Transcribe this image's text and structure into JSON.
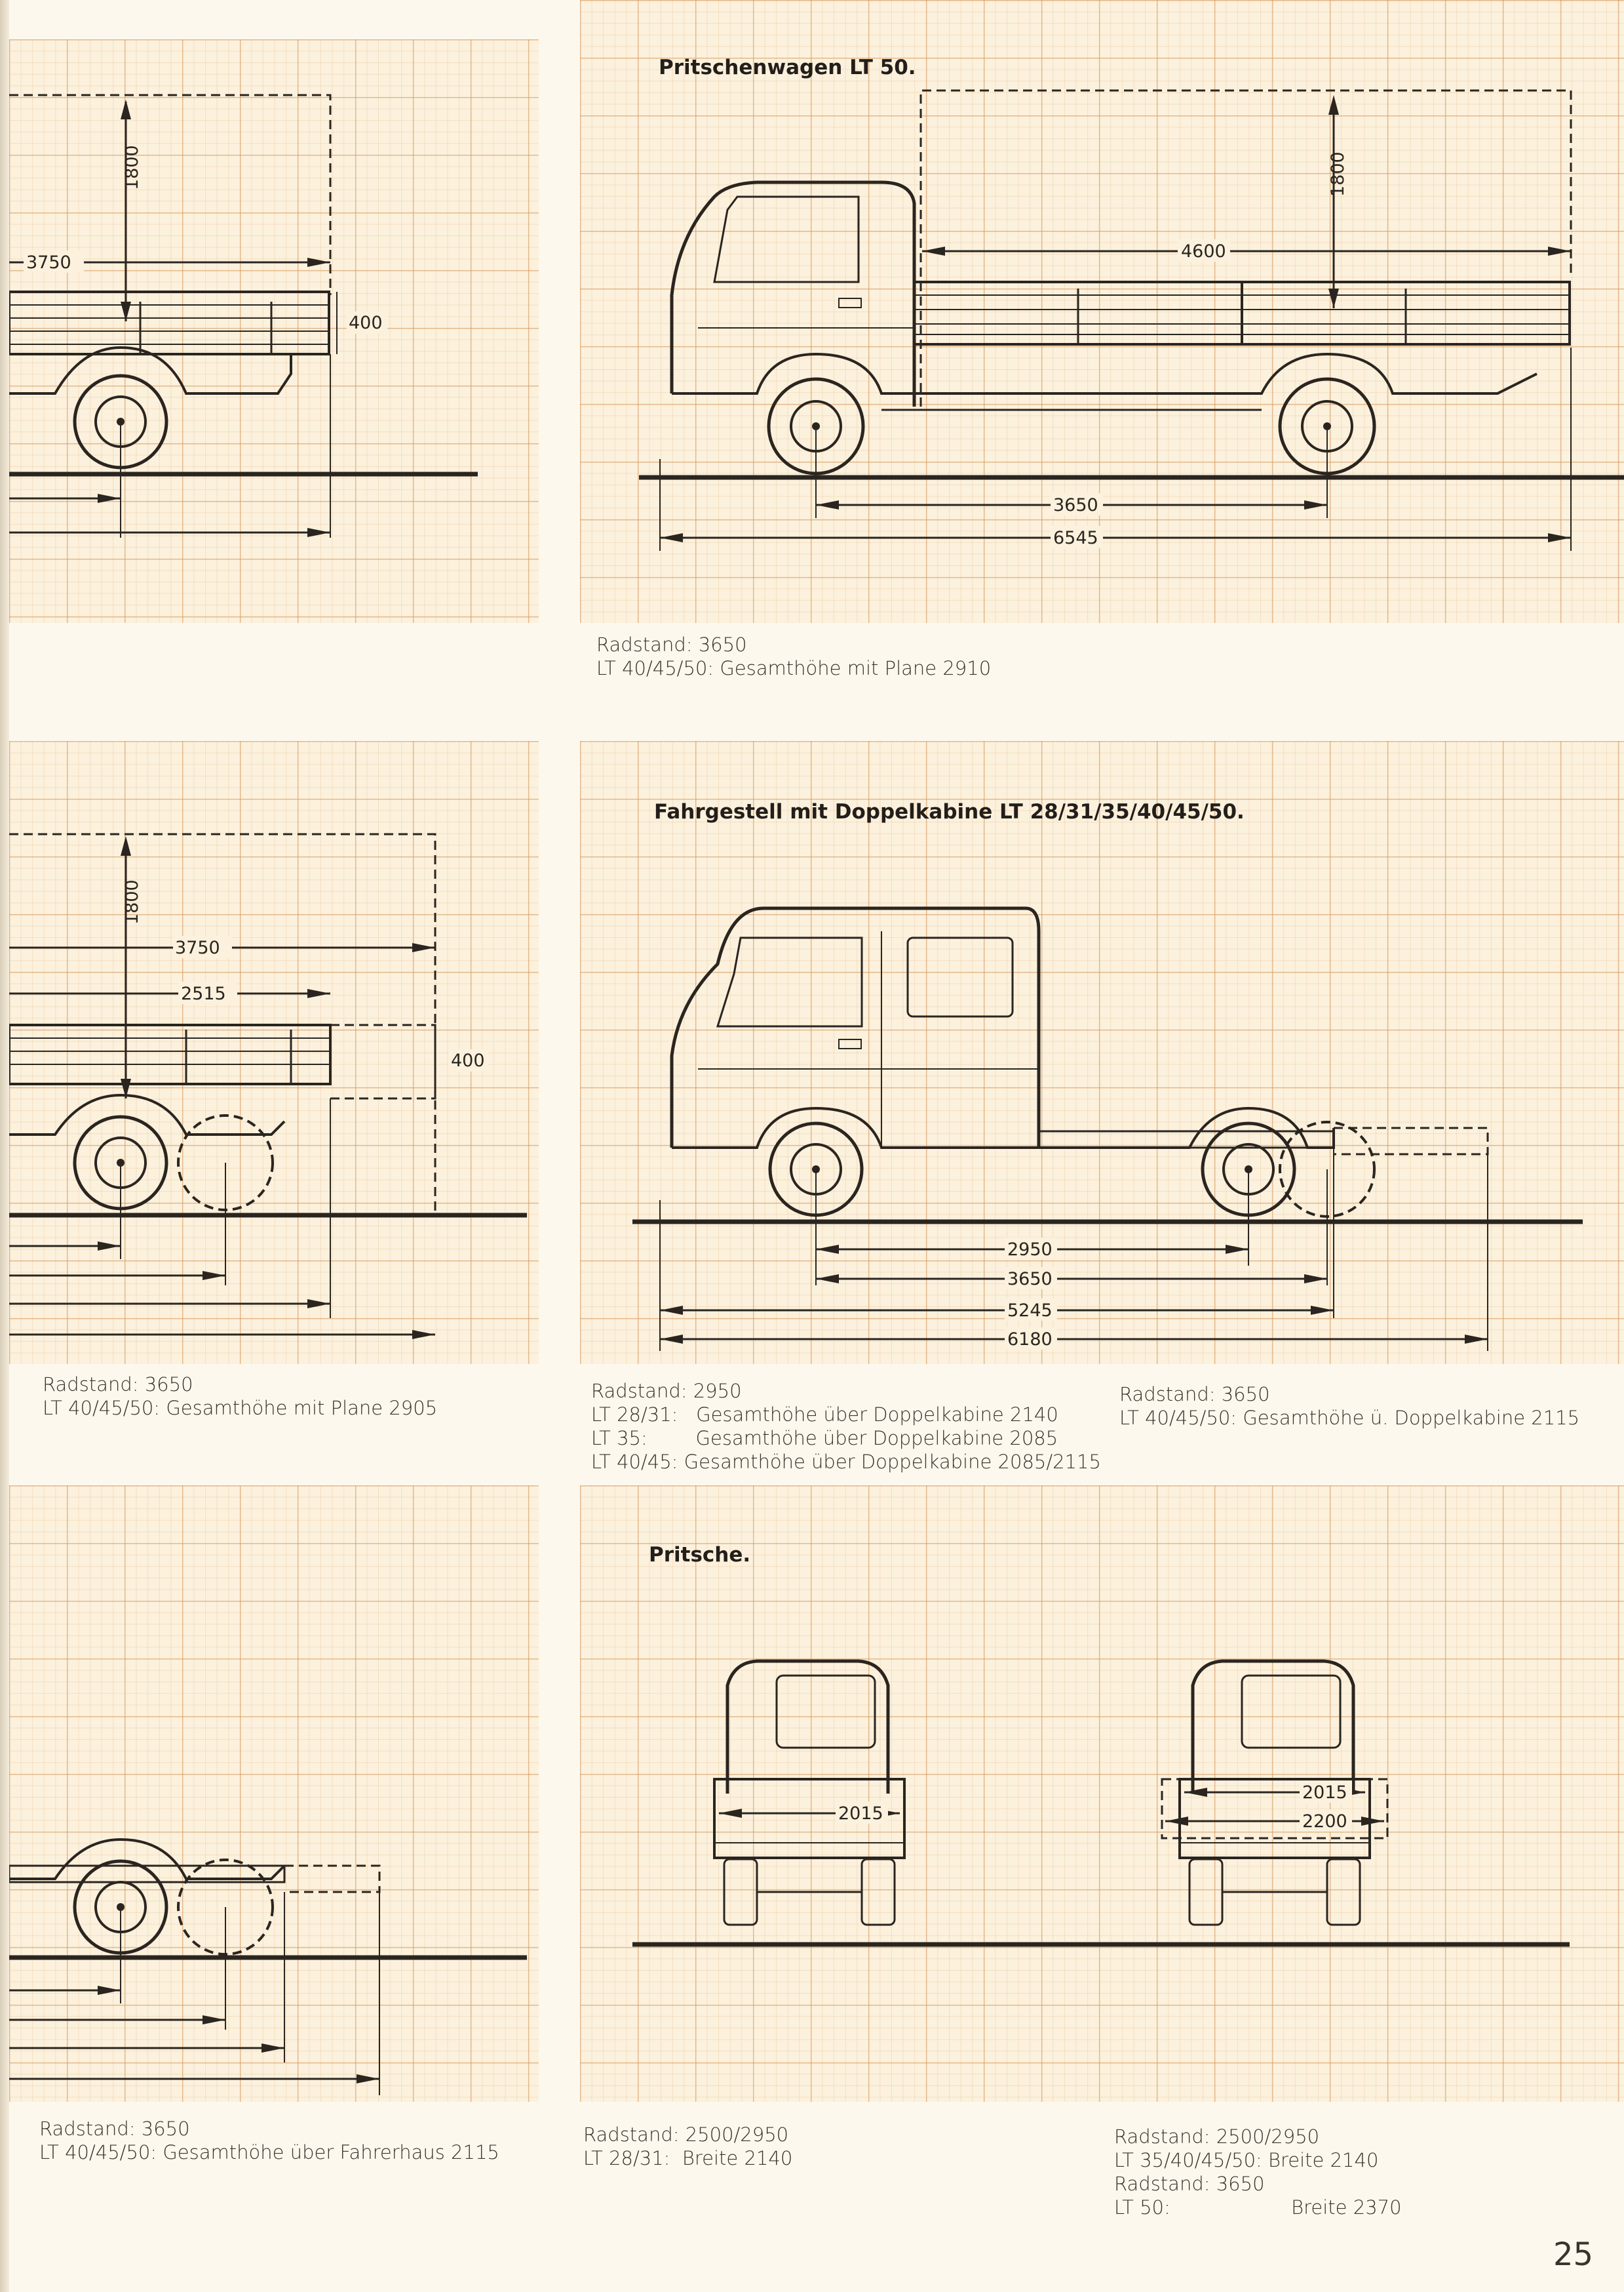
{
  "headings": {
    "pritschenwagen_lt50": "Pritschenwagen LT 50.",
    "fahrgestell_doppelkabine": "Fahrgestell mit Doppelkabine LT 28/31/35/40/45/50.",
    "pritsche": "Pritsche."
  },
  "dimensions": {
    "tl_height": "1800",
    "tl_length": "3750",
    "tl_side": "400",
    "tr_height": "1800",
    "tr_bed": "4600",
    "tr_wheelbase": "3650",
    "tr_total": "6545",
    "ml_height": "1800",
    "ml_length": "3750",
    "ml_bed": "2515",
    "ml_side": "400",
    "mr_wb_short": "2950",
    "mr_wb_long": "3650",
    "mr_len_a": "5245",
    "mr_len_b": "6180",
    "br_width_a": "2015",
    "br_width_b": "2015",
    "br_width_c": "2200"
  },
  "captions": {
    "top_right": [
      "Radstand: 3650",
      "LT 40/45/50: Gesamthöhe mit Plane 2910"
    ],
    "mid_left": [
      "Radstand: 3650",
      "LT 40/45/50: Gesamthöhe mit Plane 2905"
    ],
    "mid_center": [
      "Radstand: 2950",
      "LT 28/31:   Gesamthöhe über Doppelkabine 2140",
      "LT 35:        Gesamthöhe über Doppelkabine 2085",
      "LT 40/45: Gesamthöhe über Doppelkabine 2085/2115"
    ],
    "mid_right": [
      "Radstand: 3650",
      "LT 40/45/50: Gesamthöhe ü. Doppelkabine 2115"
    ],
    "bottom_left": [
      "Radstand: 3650",
      "LT 40/45/50: Gesamthöhe über Fahrerhaus 2115"
    ],
    "bottom_center": [
      "Radstand: 2500/2950",
      "LT 28/31:  Breite 2140"
    ],
    "bottom_right": [
      "Radstand: 2500/2950",
      "LT 35/40/45/50: Breite 2140",
      "Radstand: 3650",
      "LT 50:                    Breite 2370"
    ]
  },
  "page_number": "25",
  "colors": {
    "paper": "#fbf1dd",
    "grid": "#d6965a",
    "ink": "#2b2520"
  }
}
